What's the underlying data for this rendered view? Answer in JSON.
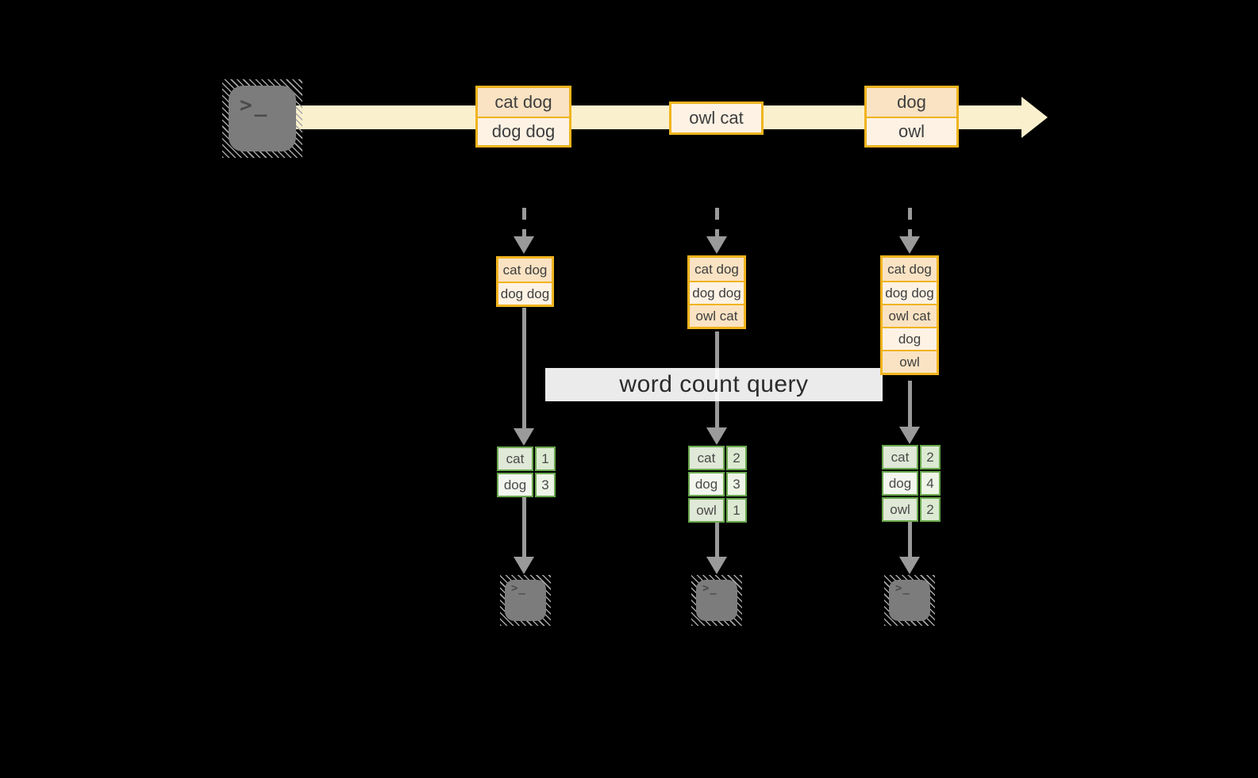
{
  "palette": {
    "background": "#000000",
    "stream_band": "#fbf0cd",
    "event_border": "#f0b41e",
    "event_fill_dark": "#fae3c3",
    "event_fill_light": "#fdf2e4",
    "table_border": "#6aa84e",
    "table_fill_dark": "#e0e8d7",
    "table_fill_light": "#f3f6ef",
    "arrow_gray": "#9a9a9a",
    "terminal_gray": "#7c7c7c"
  },
  "icons": {
    "terminal_prompt": ">_"
  },
  "query_label": "word count query",
  "stream": {
    "events": [
      {
        "rows": [
          "cat dog",
          "dog dog"
        ]
      },
      {
        "rows": [
          "owl cat"
        ]
      },
      {
        "rows": [
          "dog",
          "owl"
        ]
      }
    ]
  },
  "columns": [
    {
      "state_rows": [
        "cat dog",
        "dog dog"
      ],
      "counts": [
        {
          "word": "cat",
          "count": "1"
        },
        {
          "word": "dog",
          "count": "3"
        }
      ]
    },
    {
      "state_rows": [
        "cat dog",
        "dog dog",
        "owl cat"
      ],
      "counts": [
        {
          "word": "cat",
          "count": "2"
        },
        {
          "word": "dog",
          "count": "3"
        },
        {
          "word": "owl",
          "count": "1"
        }
      ]
    },
    {
      "state_rows": [
        "cat dog",
        "dog dog",
        "owl cat",
        "dog",
        "owl"
      ],
      "counts": [
        {
          "word": "cat",
          "count": "2"
        },
        {
          "word": "dog",
          "count": "4"
        },
        {
          "word": "owl",
          "count": "2"
        }
      ]
    }
  ]
}
